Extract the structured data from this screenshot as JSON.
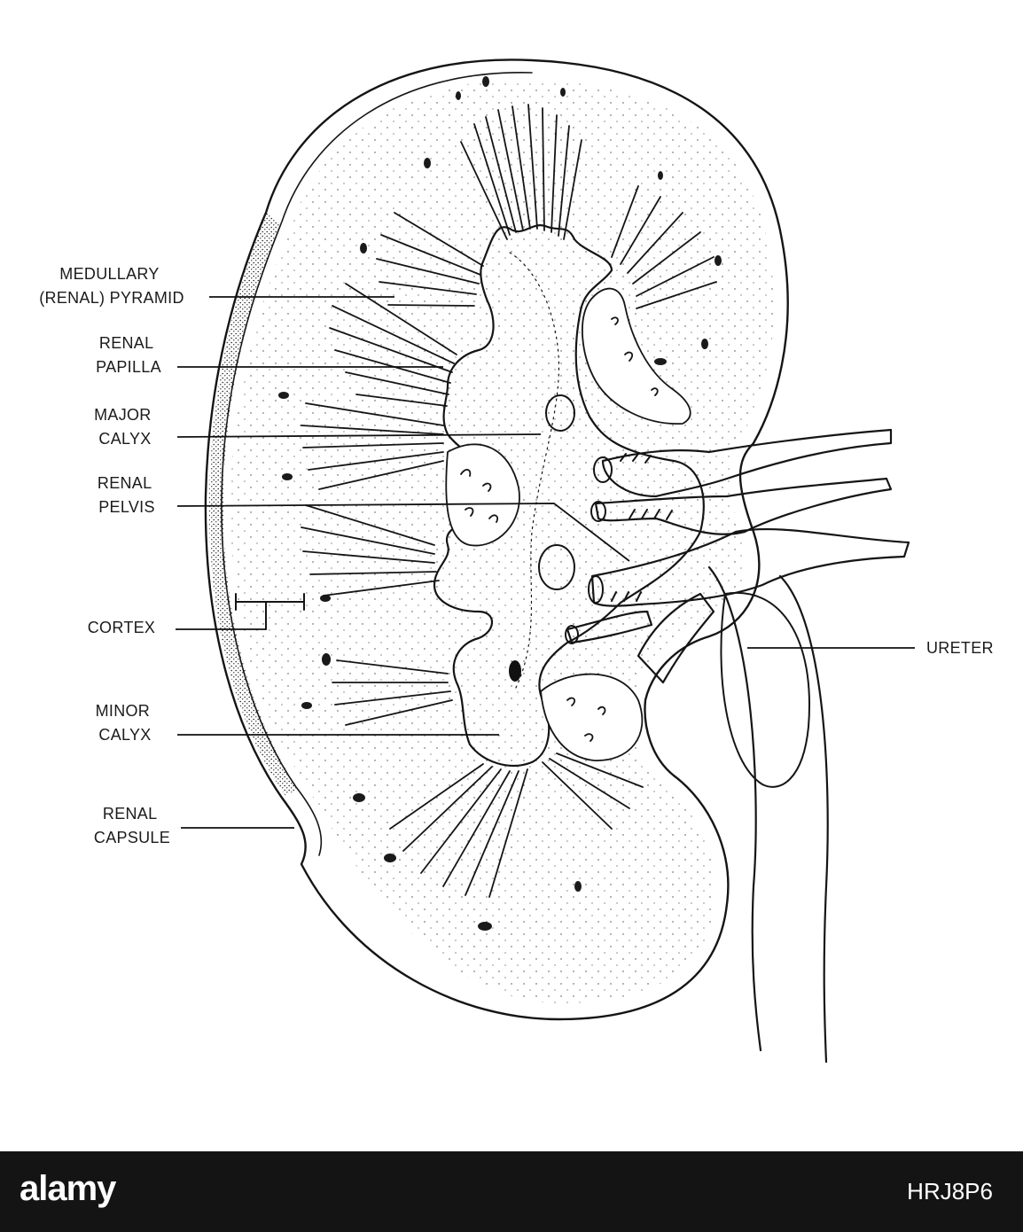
{
  "labels": {
    "medullary_pyramid": [
      "MEDULLARY",
      "(RENAL) PYRAMID"
    ],
    "renal_papilla": [
      "RENAL",
      "PAPILLA"
    ],
    "major_calyx": [
      "MAJOR",
      "CALYX"
    ],
    "renal_pelvis": [
      "RENAL",
      "PELVIS"
    ],
    "cortex": [
      "CORTEX"
    ],
    "minor_calyx": [
      "MINOR",
      "CALYX"
    ],
    "renal_capsule": [
      "RENAL",
      "CAPSULE"
    ],
    "ureter": [
      "URETER"
    ]
  },
  "watermark": {
    "logo": "alamy",
    "image_id": "HRJ8P6"
  },
  "colors": {
    "ink": "#151515",
    "paper": "#ffffff",
    "banner": "#141414"
  }
}
